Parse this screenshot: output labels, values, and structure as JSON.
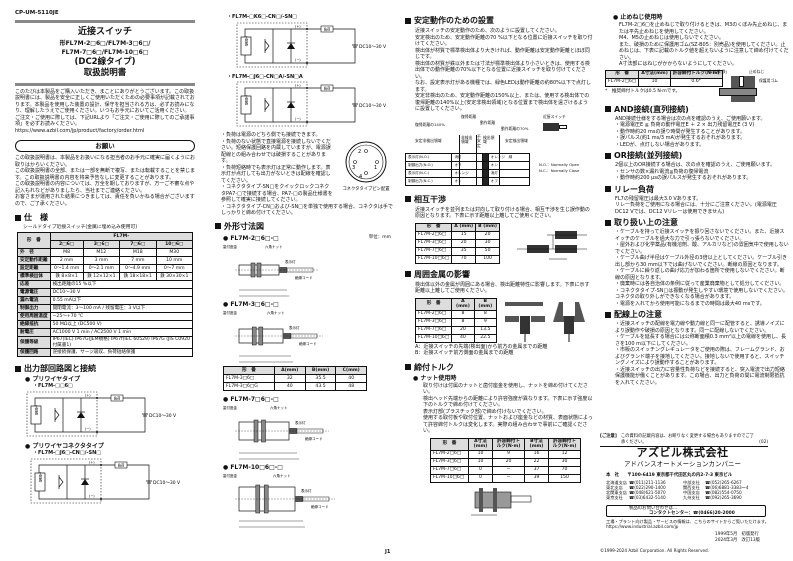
{
  "doc_no": "CP-UM-5110JE",
  "title": {
    "l1": "近接スイッチ",
    "l2": "形FL7M-2□6□/FL7M-3□6□/",
    "l3": "FL7M-7□6□/FL7M-10□6□",
    "l4": "(DC2線タイプ)",
    "l5": "取扱説明書"
  },
  "intro": [
    "このたびは本製品をご購入いただき、まことにありがとうございます。この取扱説明書には、製品を安全に正しくご使用いただくための必要事項が記載されております。本製品を使用した装置の設計、保守を担当される方は、必ずお読みになり、理解したうえでご使用ください。いつもお手元においてご活用ください。",
    "ご注文・ご使用に際しては、下記URLより「ご注文・ご使用に際してのご承諾事項」を必ずお読みください。",
    "https://www.azbil.com/jp/product/factory/order.html"
  ],
  "request": {
    "title": "お願い",
    "text": [
      "この取扱説明書は、本製品をお扱いになる担当者のお手元に確実に届くようにお取りはからいください。",
      "この取扱説明書の全部、または一部を無断で複写、または転載することを禁じます。この取扱説明書の内容を将来予告なしに変更することがあります。",
      "この取扱説明書の内容については、万全を期しておりますが、万一ご不審な点や記入もれなどがありましたら、当社までご連絡ください。",
      "お客さまが運用された結果につきましては、責任を負いかねる場合がございますので、ご了承ください。"
    ]
  },
  "spec": {
    "heading": "仕　様",
    "subtitle": "シールドタイプ近接スイッチ(金属に埋め込み使用可)",
    "model_label": "形　番",
    "series": "FL7M-",
    "models": [
      "2□6□",
      "3□6□",
      "7□6□",
      "10□6□"
    ],
    "rows": [
      [
        "外　径",
        "M8",
        "M12",
        "M18",
        "M30"
      ],
      [
        "安定動作距離",
        "2 mm",
        "3 mm",
        "7 mm",
        "10 mm"
      ],
      [
        "設定距離",
        "0～1.4 mm",
        "0～2.1 mm",
        "0～4.9 mm",
        "0～7 mm"
      ],
      [
        "標準検出体",
        "鉄 8×8×1",
        "鉄 12×12×1",
        "鉄 18×18×1",
        "鉄 30×30×1"
      ]
    ],
    "wide": [
      [
        "応差",
        "検出距離の15 %以下"
      ],
      [
        "電源電圧",
        "DC10～30 V"
      ],
      [
        "漏れ電流",
        "0.55 mA以下"
      ],
      [
        "制御出力",
        "開閉電流：3～100 mA / 残留電圧：3 V以下"
      ],
      [
        "使用周囲温度",
        "−25～+70 ℃"
      ],
      [
        "絶縁抵抗",
        "50 MΩ以上 (DC500 V)"
      ],
      [
        "耐電圧",
        "AC1000 V 1 min / AC2500 V 1 min"
      ],
      [
        "保護等級",
        "IP67(IEC) IP67G(JEM規格) IP67f(IEC 60529) IP67G (JIS C0920 付属書1)"
      ],
      [
        "保護回路",
        "逆接続保護、サージ吸収、負荷短絡保護"
      ]
    ]
  },
  "output": {
    "heading": "出力部回路図と接続",
    "prewire": "プリワイヤタイプ",
    "prewire_model": "・FL7M-□□6□",
    "conn": "プリワイヤコネクタタイプ",
    "conn_model": "・FL7M-□J6□-CN□/-SN□",
    "main": "主回路",
    "load": "負荷",
    "plus": "(+)",
    "minus": "(−)",
    "supply": "DC10～30 V",
    "k_model": "・FL7M-□K6□-CN□/-SN□",
    "j_model": "・FL7M-□J6□-CN□A/-SN□A"
  },
  "wiring_notes": [
    "負荷は電源のどちら側でも接続できます。",
    "負荷のない状態で直接電源を接続しないでください。短絡保護回路を内蔵していますが、電源誤配線との組み合わせでは破損することがあります。",
    "負荷短絡時でも表示灯は正常に動作します。表示灯が点灯しても出力がないときは配線を確認してください。",
    "コネクタタイプ-SN□をクイックロックコネクタPA7-□で接続する場合、PA7-□の製品仕様書を参照して確実に接続してください。",
    "コネクタタイプ-CN□および-SN□を単独で使用する場合、コネクタは手でしっかりと締め付けてください。"
  ],
  "pin": {
    "caption": "コネクタタイプピン配置",
    "pins": [
      "1",
      "2",
      "3",
      "4"
    ]
  },
  "dims": {
    "heading": "外形寸法図",
    "unit": "単位：mm",
    "m2": "FL7M-2□6□-□",
    "m3": "FL7M-3□6□-□",
    "m7": "FL7M-7□6□-□",
    "m10": "FL7M-10□6□-□",
    "nut": "六角ナット",
    "washer": "歯付座金",
    "led": "表示灯",
    "cord": "絶縁コード",
    "table_head": [
      "形　番",
      "A(mm)",
      "B(mm)",
      "C(mm)"
    ],
    "table": [
      [
        "FL7M-3□6□",
        "32",
        "35.5",
        "40"
      ],
      [
        "FL7M-3□6□G",
        "40",
        "43.5",
        "48"
      ]
    ]
  },
  "page_no": "J1",
  "stable": {
    "heading": "安定動作のための設置",
    "text": [
      "近接スイッチの安定動作のため、次のように設置してください。",
      "安定検出のため、安定動作距離の70 %以下となる位置に近接スイッチを取り付けてください。",
      "検出体が材質で標準検出体より大きければ、動作距離は安定動作距離とほぼ同じです。",
      "検出体の材質が鉄以外または寸法が標準検出体より小さいときは、使用する検出体での動作距離の70%以下となる位置に近接スイッチを取り付けてください。",
      "なお、設定表示灯がある機種では、緑色LEDは動作距離の約80%以下で点灯します。",
      "安定非検出のため、安定動作距離の150%以上、または、使用する検出体での復帰距離の140%以上(安定非検出領域)となる位置まで検出体を遠ざけるように設置してください。"
    ],
    "diagram": {
      "l1": "復帰距離の140%",
      "l2": "復帰距離",
      "l3": "動作距離",
      "l4": "動作距離の70%",
      "sw": "近接スイッチ",
      "z1": "安定非検出領域",
      "z2": "非検出領域",
      "z3": "不安定",
      "z4": "検出領域",
      "z5": "安定検出領域",
      "rows": [
        [
          "表示灯(N.O.)",
          "消灯",
          "オレンジ",
          "緑"
        ],
        [
          "制御出力(N.O.)",
          "オフ",
          "",
          "オン"
        ],
        [
          "表示灯(N.C.)",
          "オレンジ",
          "",
          "消灯"
        ],
        [
          "制御出力(N.C.)",
          "オン",
          "",
          "オフ"
        ]
      ],
      "no": "N.O.：Normally Open",
      "nc": "N.C.：Normally Close"
    }
  },
  "mutual": {
    "heading": "相互干渉",
    "text": "近接スイッチを並列または対向して取り付ける場合、相互干渉を生じ誤作動の原因となります。下表に示す距離以上離してご使用ください。",
    "head": [
      "形　番",
      "A (mm)",
      "B (mm)"
    ],
    "rows": [
      [
        "FL7M-2□6□",
        "15",
        "20"
      ],
      [
        "FL7M-3□6□",
        "20",
        "30"
      ],
      [
        "FL7M-7□6□",
        "35",
        "50"
      ],
      [
        "FL7M-10□6□",
        "70",
        "100"
      ]
    ]
  },
  "metal": {
    "heading": "周囲金属の影響",
    "text": "検出体以外の金属が周囲にある場合、検出距離特性に影響します。下表に示す距離以上離してご使用ください。",
    "head": [
      "形　番",
      "A (mm)",
      "B (mm)"
    ],
    "rows": [
      [
        "FL7M-2□6□",
        "8",
        "8"
      ],
      [
        "FL7M-3□6□",
        "8",
        "9"
      ],
      [
        "FL7M-7□6□",
        "20",
        "13.5"
      ],
      [
        "FL7M-10□6□",
        "40",
        "22.5"
      ]
    ],
    "notes": [
      "A：近接スイッチの先端(検出面)から前方の金属までの距離",
      "B：近接スイッチ前方側面の金属までの距離"
    ]
  },
  "torque": {
    "heading": "締付トルク",
    "sub": "ナット使用時",
    "text": [
      "取り付けは付属のナットと歯付座金を使用し、ナットを締め付けてください。",
      "検出ヘッド先端からの距離により許容強度が異なります。下表に示す強度以下のトルクで締め付けてください。",
      "表示灯部(プラスチック部)で締め付けないでください。",
      "使用する取付板や取付位置、ナットおよび座金などの材質、表面状態によって許容締付トルクは変化します。実際の組み合わせで事前にご確認ください。"
    ],
    "head": [
      "形　番",
      "A寸法(mm)",
      "許容締付トルク(N·m)",
      "B寸法(mm)",
      "許容締付トルク(N·m)"
    ],
    "rows": [
      [
        "FL7M-2□6□",
        "10",
        "9",
        "16",
        "12"
      ],
      [
        "FL7M-3□6□",
        "10",
        "20",
        "22",
        "30"
      ],
      [
        "FL7M-7□6□",
        "0",
        "−",
        "37",
        "70"
      ],
      [
        "FL7M-10□6□",
        "0",
        "−",
        "39",
        "150"
      ]
    ]
  },
  "setscrew": {
    "sub": "止めねじ使用時",
    "text": [
      "FL7M-2□6□を止めねじで取り付けるときは、M3のくぼみ先止めねじ、または平先止めねじを使用してください。",
      "M4、M5の止めねじは使用しないでください。",
      "また、破損のために保護用ゴム(SZ-B05：別売品)を使用してください。止めねじは、下表に記載のトルク値を超えないように注意して締め付けてください。",
      "A寸法部にはねじがかからないようにしてください。"
    ],
    "head": [
      "形　番",
      "A寸法(mm)",
      "許容締付トルク(N·m)"
    ],
    "row": [
      "FL7M-2□6□",
      "10",
      "0.6*"
    ],
    "note": "*　推奨締付トルクは0.5 N·mです。",
    "lbl1": "取付板(鉄)",
    "lbl2": "止めねじ",
    "lbl3": "保護用ゴム"
  },
  "and": {
    "heading": "AND接続(直列接続)",
    "text": "AND接続仕様をする場合は次の点を確認のうえ、ご使用願います。",
    "items": [
      "電源電圧E ≧ 負荷の動作電圧E ＋ 2 × 出力残留電圧E (3 V)",
      "動作時約20 msの誤り時間が発生することがあります。",
      "誤パルス(約1 ms/3 mA)が発生するおそれがあります。",
      "LEDが、点灯しない場合があります。"
    ]
  },
  "or": {
    "heading": "OR接続(並列接続)",
    "text": "2個以上のOR接続する場合は、次の点を確認のうえ、ご使用願います。",
    "items": [
      "センサの数×漏れ電流≦負荷の復帰電流",
      "動作時約200 μsの誤パルスが発生するおそれがあります。"
    ]
  },
  "relay": {
    "heading": "リレー負荷",
    "text": [
      "FL7の残留電圧は最大3.0 Vあります。",
      "リレー負荷をご使用になる場合には、十分にご注意ください。(電源電圧DC12 Vでは、DC12 Vリレーは使用できません)"
    ]
  },
  "handling": {
    "heading": "取り扱い上の注意",
    "items": [
      "ケーブルを持って近接スイッチを振り回さないでください。また、近接スイッチのケーブルを過大な力で引っ張らないでください。",
      "屋外および化学薬品(有機溶剤、酸、アルカリなど)の雰囲気中で使用しないでください。",
      "ケーブル曲げ半径はケーブル外径の3倍以上としてください。ケーブル引き出し部から30 mm以下では曲げないでください。断線の原因となります。",
      "ケーブルに繰り返しの曲げ応力が加わる箇所で使用しないでください。断線の原因となります。",
      "廃棄時には各自治体の条例に従って産業廃棄物として処分してください。",
      "コネクタタイプ-SN□は振動が発生しやすい環境で使用しないでください。コネクタの取り外しができなくなる場合があります。",
      "電源を入れてから使用可能になるまでの時間は最大40 msです。"
    ]
  },
  "wiring": {
    "heading": "配線上の注意",
    "items": [
      "近接スイッチの配線を電力線や動力線と同一に配管すると、誘導ノイズにより誤動作や破損の原因となります。同一に配線しないでください。",
      "ケーブルを延長する場合には公称断面積0.3 mm²以上の電線を使用し、長さを100 m以下にしてください。",
      "市販のスイッチングレギュレータをご使用の際は、フレームグランド、およびグランド端子を接地してください。接地しないで使用すると、スイッチングノイズにより誤動作することがあります。",
      "近接スイッチの出力に容量性負荷などを接続すると、突入電流で出力短絡保護機能が働くことがあります。この場合、出力と負荷の間に電流制限抵抗を入れてください。"
    ]
  },
  "notice": {
    "label": "[ご注意]",
    "text": "この資料の記載内容は、お断りなく変更する場合もありますのでご了承ください。",
    "mark": "(02)"
  },
  "company": {
    "name": "アズビル株式会社",
    "division": "アドバンスオートメーションカンパニー",
    "hq_label": "本　社",
    "hq": "〒100-6419 東京都千代田区丸の内2-7-3 東京ビル",
    "offices": [
      [
        "北海道支店",
        "☎(011)211-1136"
      ],
      [
        "中部支社",
        "☎(052)265-6267"
      ],
      [
        "東北支店",
        "☎(022)290-1400"
      ],
      [
        "関西支社",
        "☎(06)6881-3383～4"
      ],
      [
        "北関東支店",
        "☎(048)621-5070"
      ],
      [
        "中国支店",
        "☎(082)554-0750"
      ],
      [
        "東京支社",
        "☎(03)6432-5140"
      ],
      [
        "九州支社",
        "☎(092)265-3690"
      ]
    ],
    "contact_label": "製品のお問い合わせは…",
    "contact": "コンタクトセンター：☎(0466)20-2000",
    "web_text": "工場・プラント向け製品・サービスの情報は、こちらのサイトからご覧いただけます。",
    "web_url": "https://www.industrial.azbil.com/jp",
    "date1": "1999年5月　初版発行",
    "date2": "2024年3月　改訂13版",
    "copyright": "©1999-2024 Azbil Corporation. All Rights Reserved."
  }
}
